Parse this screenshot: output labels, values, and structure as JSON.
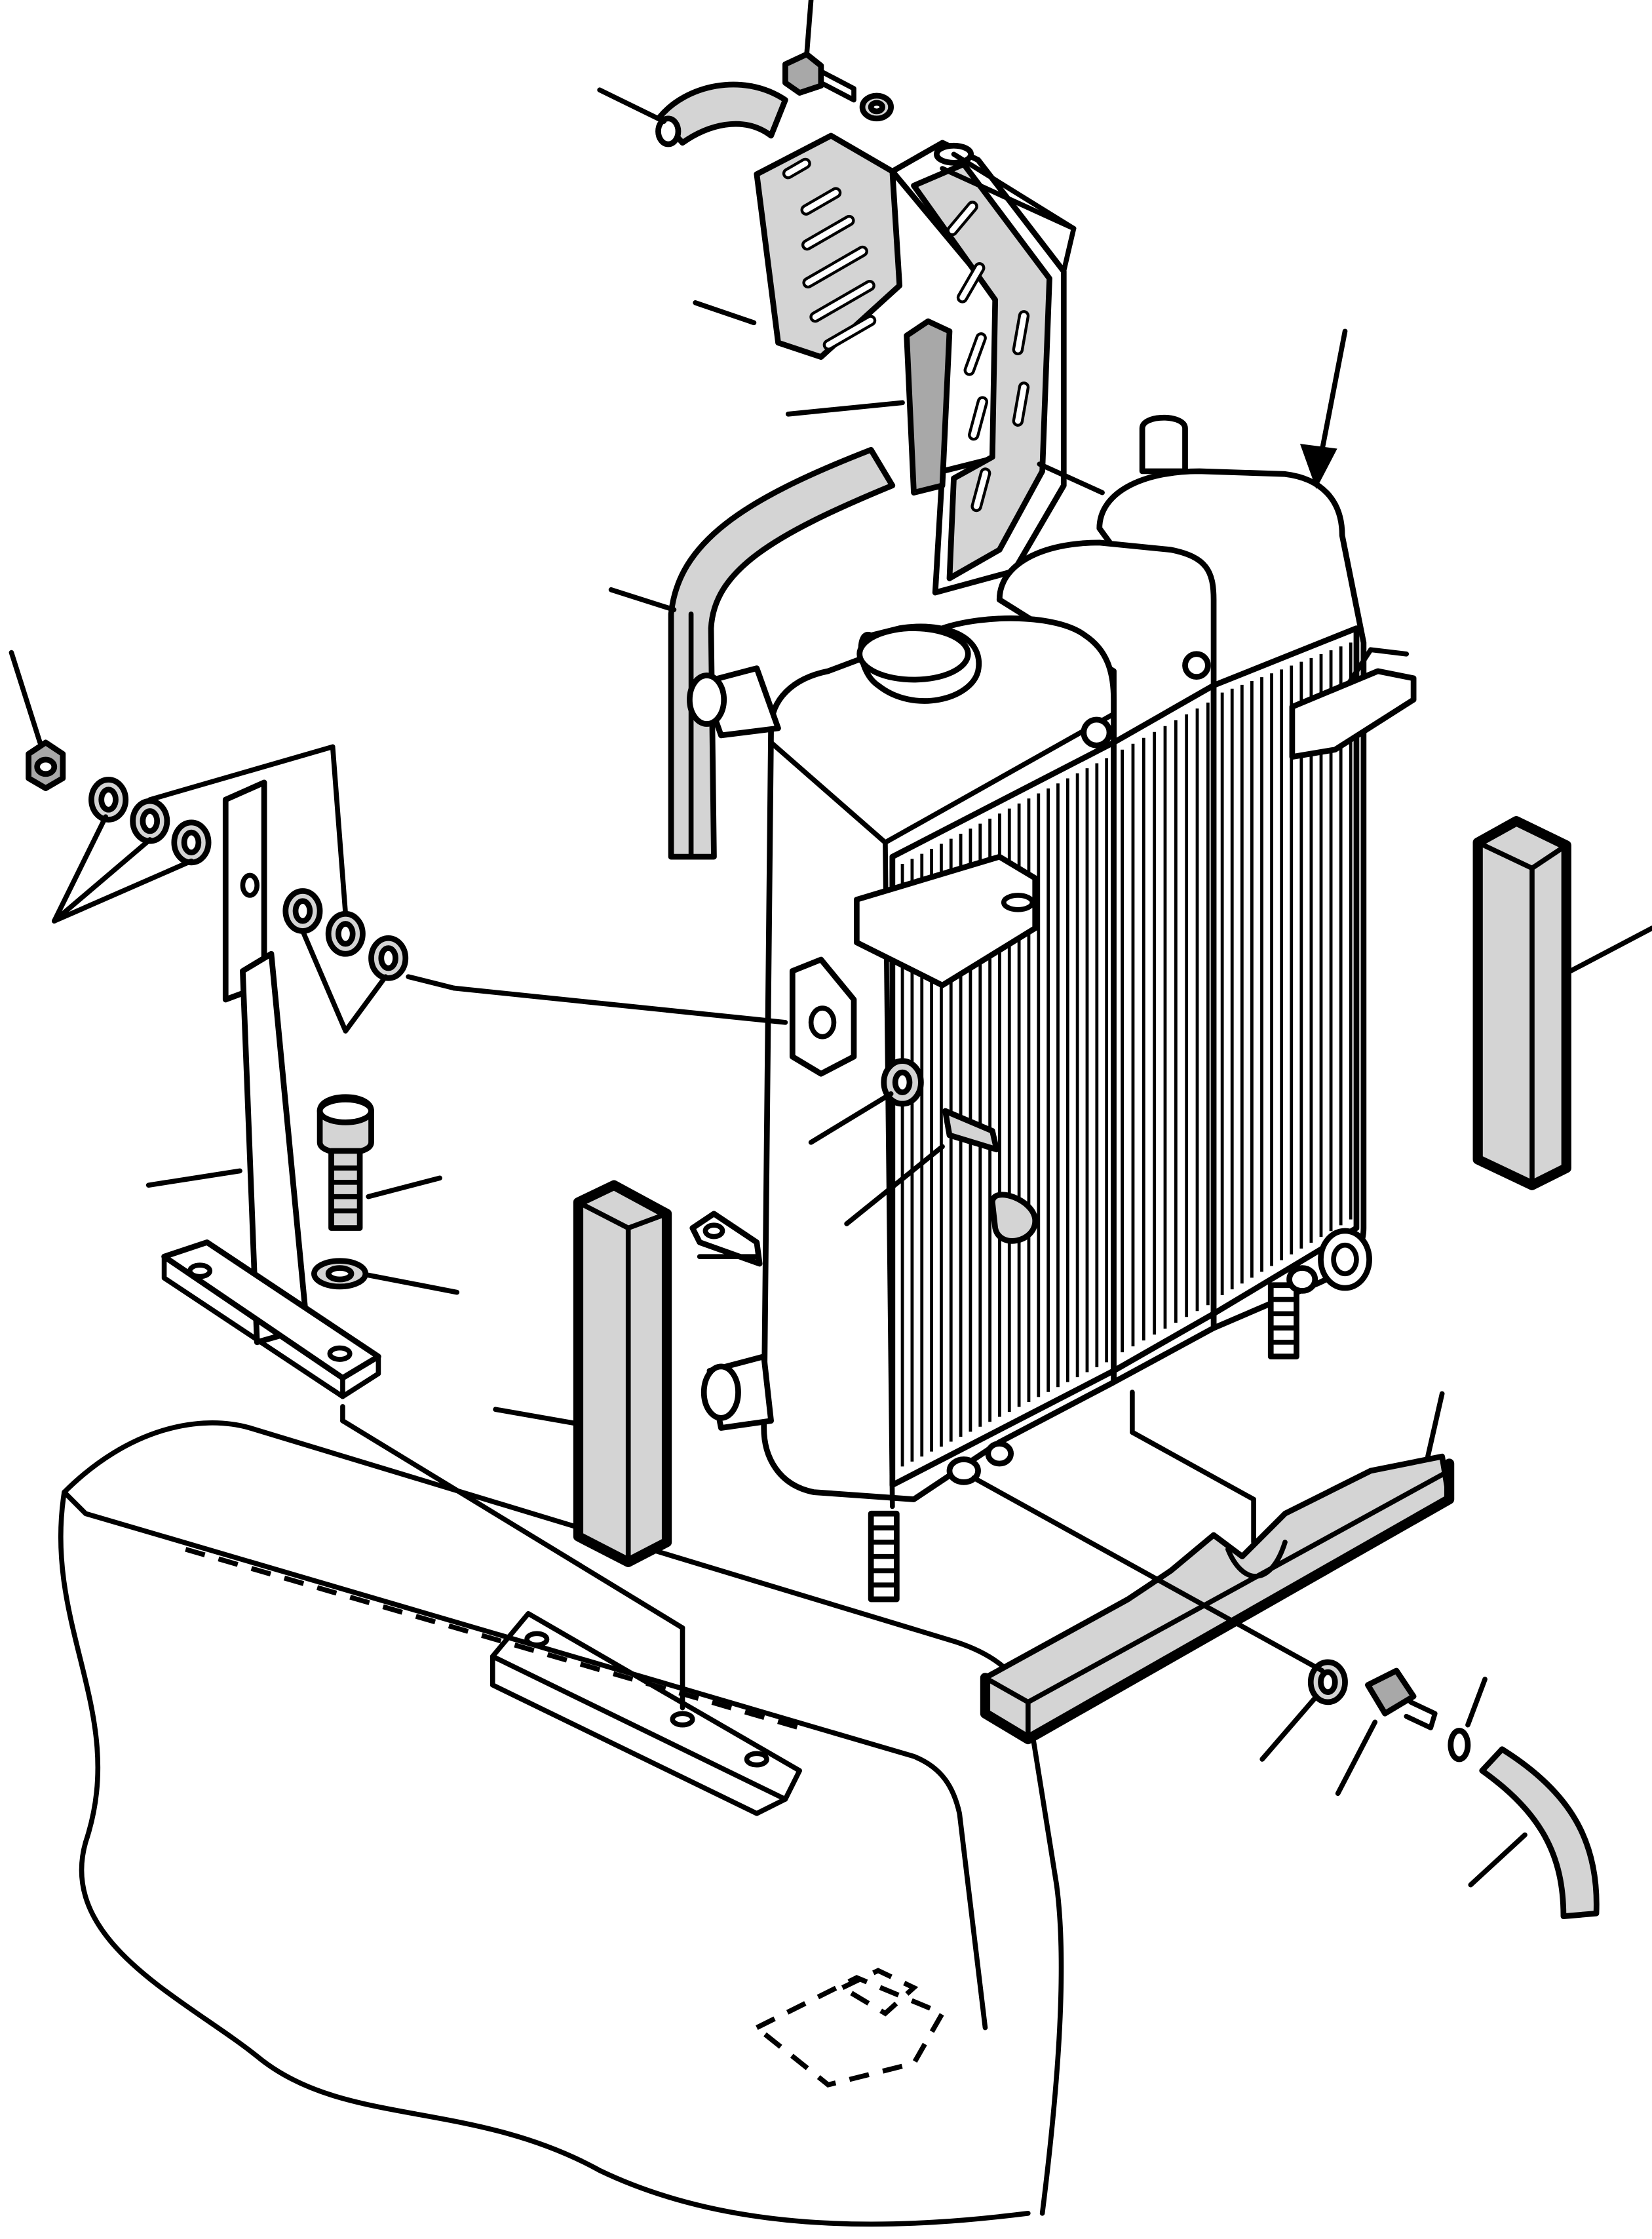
{
  "figure": {
    "parts": [
      {
        "name": "radiator-assembly"
      },
      {
        "name": "radiator-cap"
      },
      {
        "name": "upper-hose"
      },
      {
        "name": "lower-hose"
      },
      {
        "name": "perforated-guard"
      },
      {
        "name": "foam-seal-strip"
      },
      {
        "name": "support-bracket"
      },
      {
        "name": "mounting-bolt"
      },
      {
        "name": "washer"
      },
      {
        "name": "nut"
      },
      {
        "name": "rubber-block-left"
      },
      {
        "name": "rubber-block-right"
      },
      {
        "name": "bottom-cradle"
      },
      {
        "name": "drain-valve"
      },
      {
        "name": "drain-hose"
      },
      {
        "name": "hose-clamp"
      },
      {
        "name": "chassis-frame"
      }
    ],
    "leader_count": 19,
    "arrow": "direction-arrow"
  }
}
